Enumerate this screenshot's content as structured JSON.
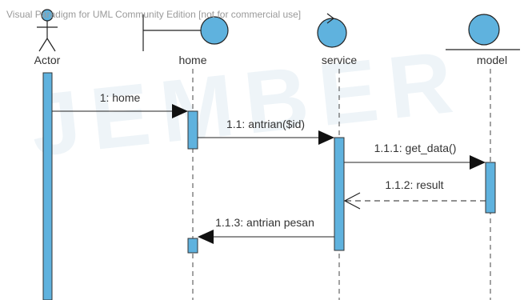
{
  "watermark": "Visual Paradigm for UML Community Edition [not for commercial use]",
  "background_watermark": "JEMBER",
  "colors": {
    "actor_fill": "#5fb2de",
    "stroke": "#222222",
    "lifeline": "#444444",
    "text": "#333333"
  },
  "participants": [
    {
      "id": "actor",
      "label": "Actor",
      "icon": "actor-stick-figure-icon"
    },
    {
      "id": "home",
      "label": "home",
      "icon": "boundary-icon"
    },
    {
      "id": "service",
      "label": "service",
      "icon": "control-icon"
    },
    {
      "id": "model",
      "label": "model",
      "icon": "entity-icon"
    }
  ],
  "messages": [
    {
      "label": "1: home",
      "from": "actor",
      "to": "home",
      "kind": "sync"
    },
    {
      "label": "1.1: antrian($id)",
      "from": "home",
      "to": "service",
      "kind": "sync"
    },
    {
      "label": "1.1.1: get_data()",
      "from": "service",
      "to": "model",
      "kind": "sync"
    },
    {
      "label": "1.1.2: result",
      "from": "model",
      "to": "service",
      "kind": "return"
    },
    {
      "label": "1.1.3: antrian pesan",
      "from": "service",
      "to": "home",
      "kind": "sync"
    }
  ]
}
